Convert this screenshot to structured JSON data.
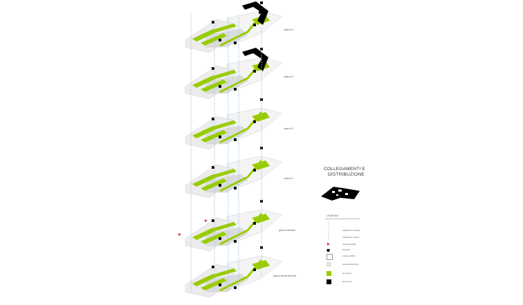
{
  "title_line1": "COLLEGAMENTI E",
  "title_line2": "DISTRIBUZIONE",
  "floors": [
    {
      "label": "piano 4"
    },
    {
      "label": "piano 3"
    },
    {
      "label": "piano 2"
    },
    {
      "label": "piano 1"
    },
    {
      "label": "piano rialzato"
    },
    {
      "label": "piano seminterrato"
    }
  ],
  "legend": {
    "heading": "LEGENDA",
    "items": [
      {
        "label": "collegamenti in pianta",
        "kind": "line-dash",
        "color": "#cfcfcf"
      },
      {
        "label": "collegamenti verticali",
        "kind": "line-vertical",
        "color": "#8fc3dd"
      },
      {
        "label": "accessi principali",
        "kind": "triangle",
        "color": "#e0282b"
      },
      {
        "label": "ascensori",
        "kind": "square-black",
        "color": "#111111"
      },
      {
        "label": "ingresso edificio",
        "kind": "box-white",
        "color": "#ffffff"
      },
      {
        "label": "aree di distribuzione",
        "kind": "box-grey",
        "color": "#e3e3e3"
      },
      {
        "label": "aree aperte",
        "kind": "box-green",
        "color": "#99cc00"
      },
      {
        "label": "aree chiuse",
        "kind": "box-black",
        "color": "#000000"
      }
    ]
  },
  "colors": {
    "green": "#99cc00",
    "grey_light": "#ececec",
    "grey_mid": "#dcdcdc",
    "blue_line": "#8fc3dd",
    "black": "#000000",
    "red": "#e0282b"
  }
}
